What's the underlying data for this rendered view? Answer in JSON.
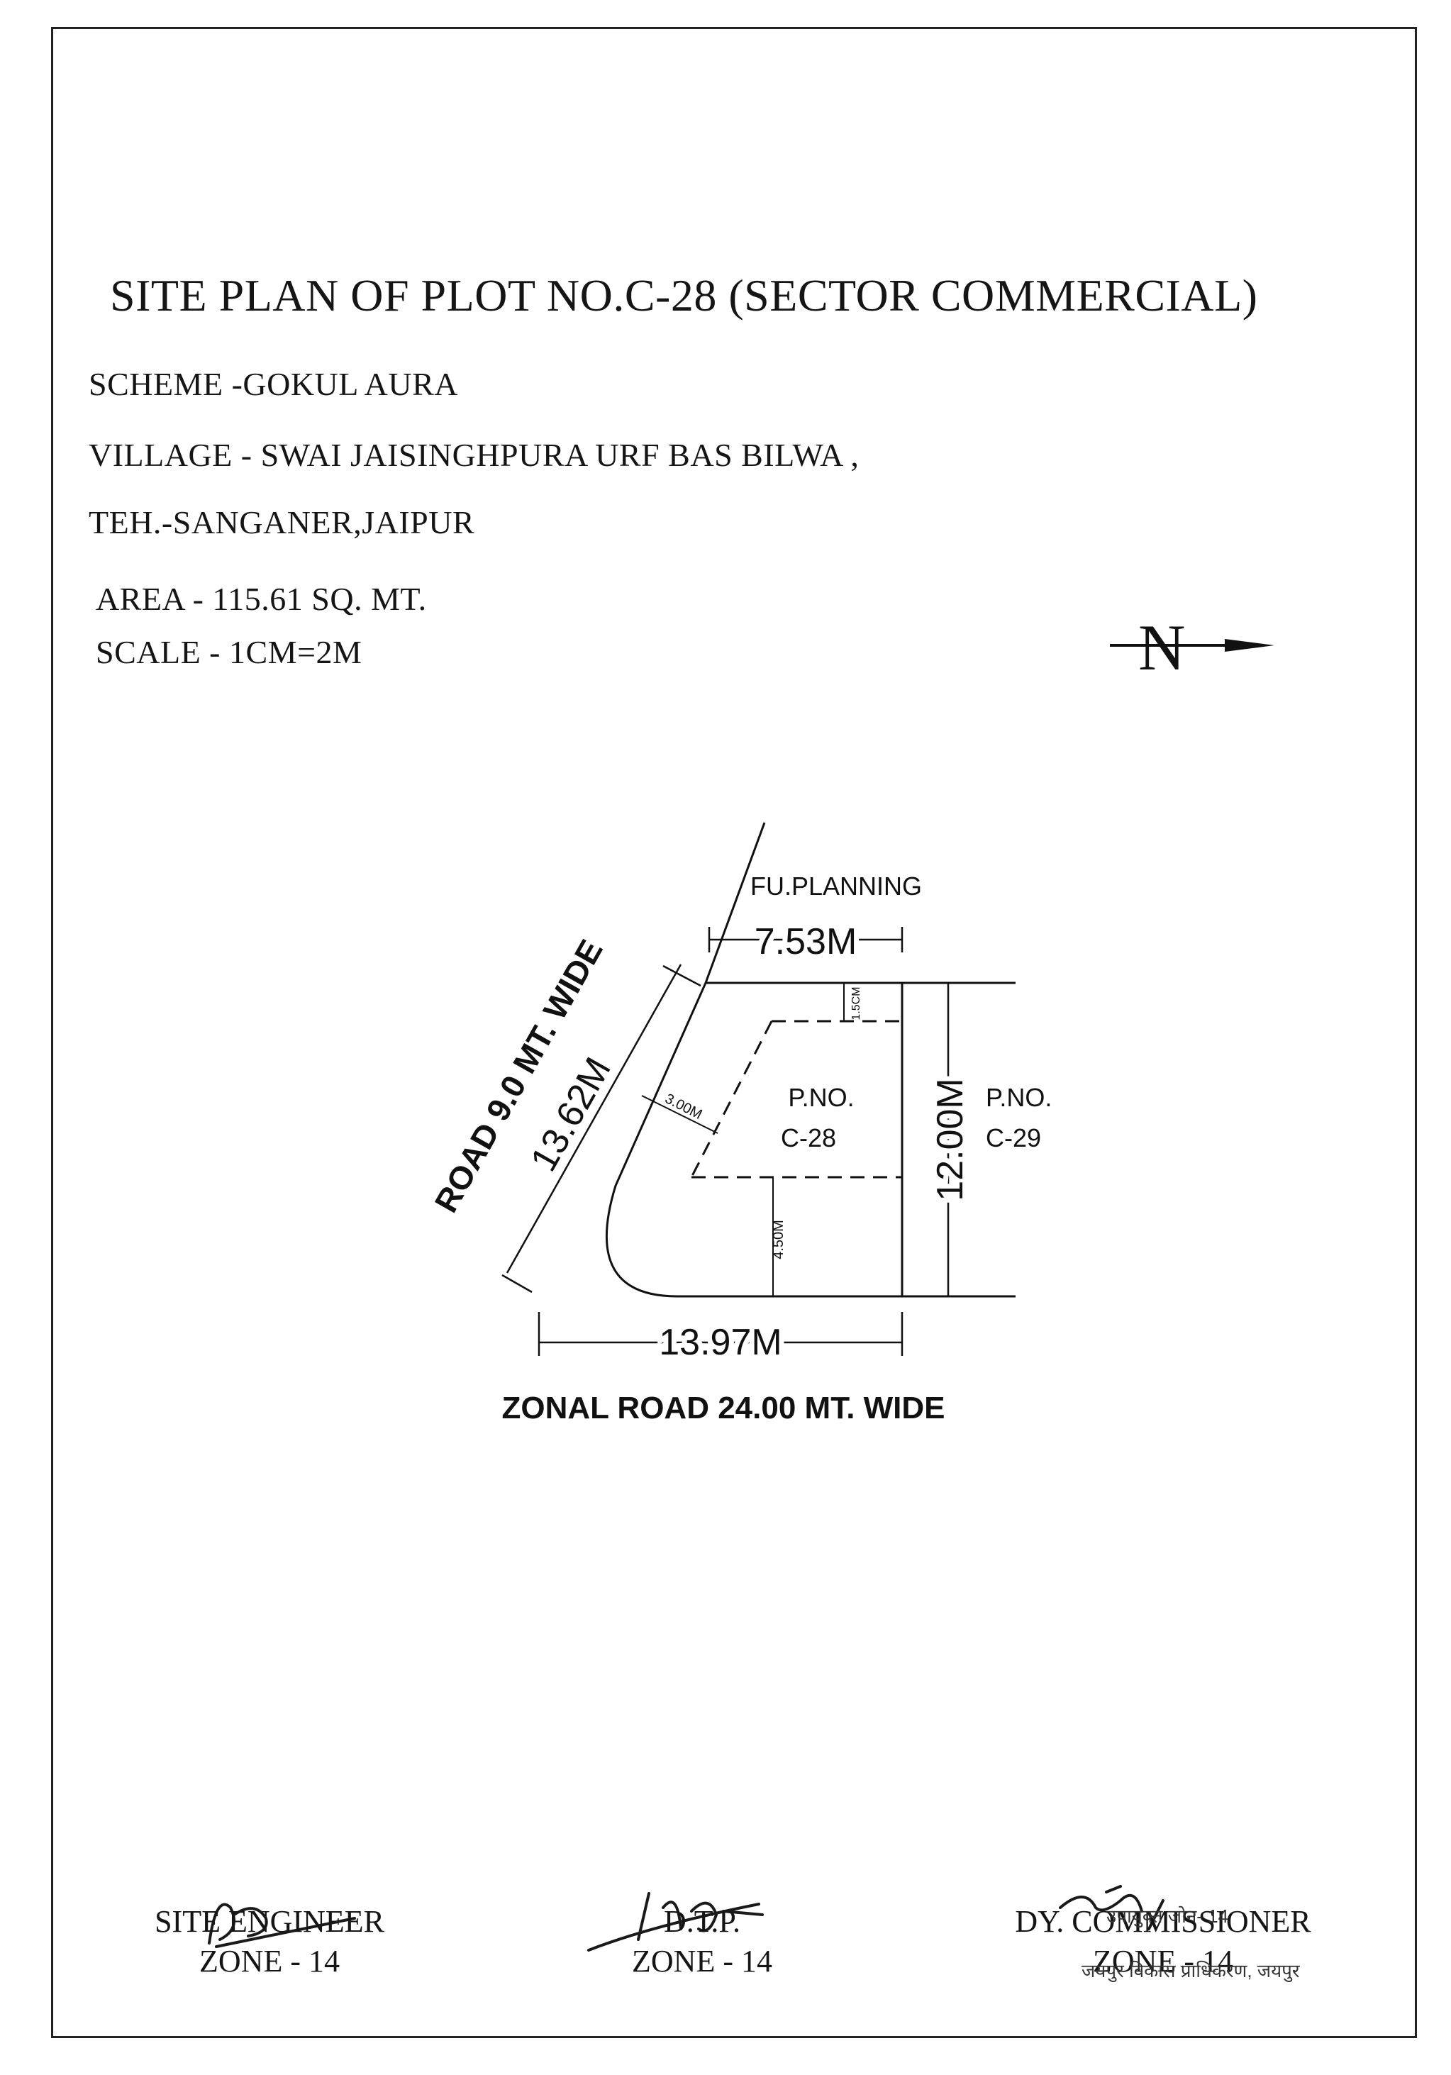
{
  "title": "SITE PLAN OF PLOT NO.C-28 (SECTOR COMMERCIAL)",
  "header": {
    "scheme": "SCHEME -GOKUL AURA",
    "village": "VILLAGE  - SWAI JAISINGHPURA URF BAS BILWA ,",
    "tehsil": "TEH.-SANGANER,JAIPUR",
    "area": "AREA  - 115.61  SQ. MT.",
    "scale": "SCALE -  1CM=2M"
  },
  "north_arrow": {
    "letter": "N"
  },
  "plan": {
    "adjacent_north_label": "FU.PLANNING",
    "plot_label_line1": "P.NO.",
    "plot_label_line2": "C-28",
    "neighbor_label_line1": "P.NO.",
    "neighbor_label_line2": "C-29",
    "road_west_label": "ROAD 9.0 MT. WIDE",
    "road_south_label": "ZONAL ROAD 24.00 MT. WIDE",
    "dims": {
      "top": "7.53M",
      "diagonal": "13.62M",
      "right": "12.00M",
      "bottom": "13.97M",
      "setback_top": "1.5CM",
      "setback_diagonal": "3.00M",
      "setback_bottom": "4.50M"
    }
  },
  "signatures": {
    "site_engineer": {
      "title": "SITE ENGINEER",
      "zone": "ZONE - 14"
    },
    "dtp": {
      "title": "D.T.P.",
      "zone": "ZONE - 14"
    },
    "dy_commissioner": {
      "title": "DY. COMMISSIONER",
      "zone": "ZONE - 14"
    }
  },
  "stamp": {
    "line1": "उपायुक्त जोन- 14",
    "line2": "जयपुर विकास प्राधिकरण, जयपुर"
  }
}
